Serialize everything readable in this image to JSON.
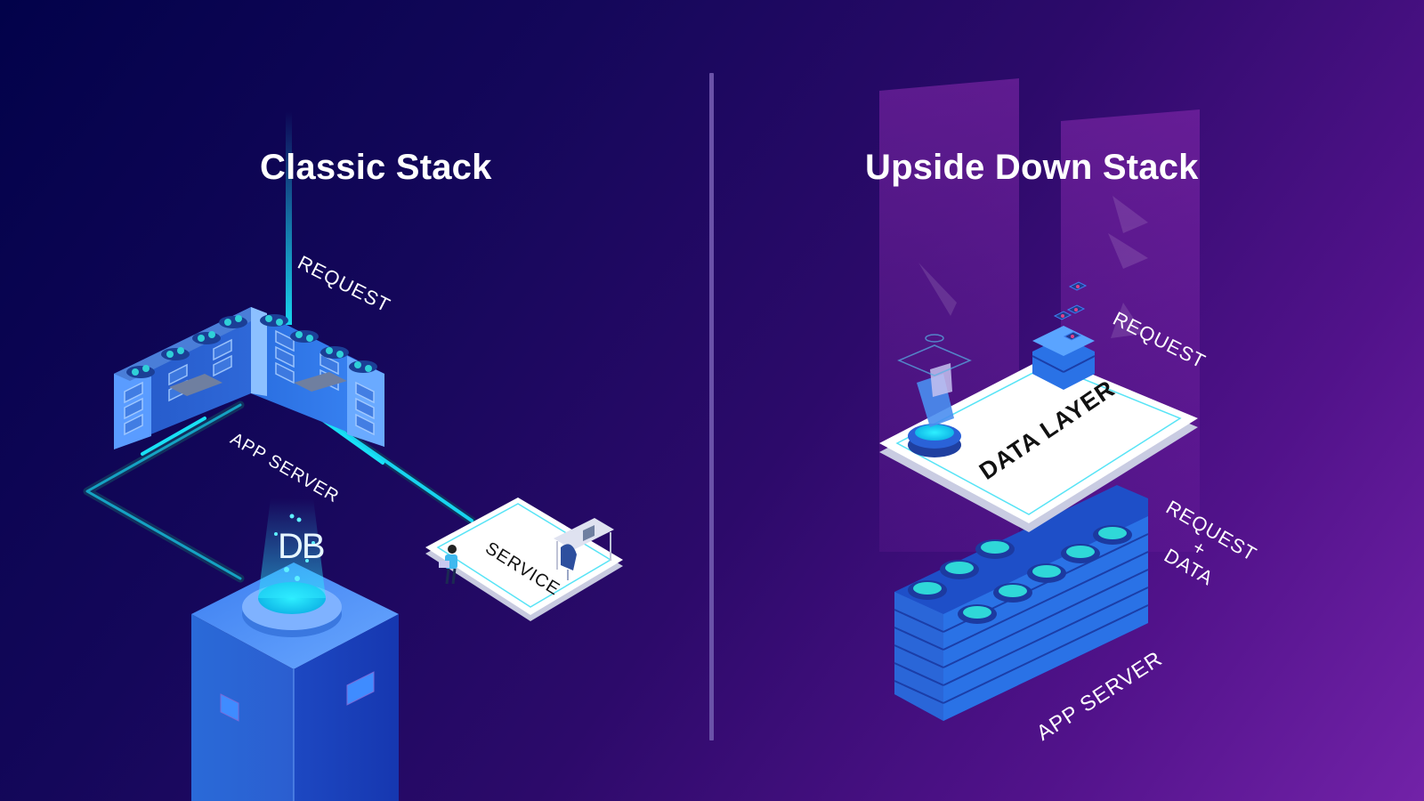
{
  "left_panel": {
    "title": "Classic Stack",
    "labels": {
      "request": "REQUEST",
      "app_server": "APP SERVER",
      "db": "DB",
      "service": "SERVICE"
    }
  },
  "right_panel": {
    "title": "Upside Down Stack",
    "labels": {
      "request": "REQUEST",
      "data_layer": "DATA LAYER",
      "request_plus_data": [
        "REQUEST",
        "+",
        "DATA"
      ],
      "app_server": "APP SERVER"
    }
  },
  "colors": {
    "background_start": "#02024a",
    "background_end": "#7222a8",
    "accent_cyan": "#19d6f0",
    "server_blue": "#3c8cf0",
    "divider": "#6a52a8"
  }
}
